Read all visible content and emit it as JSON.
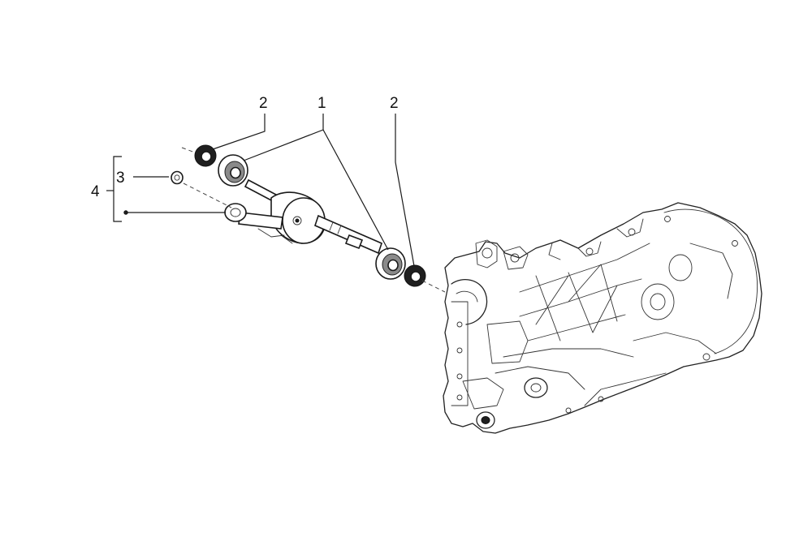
{
  "callouts": {
    "part_1": "1",
    "part_2_left": "2",
    "part_2_right": "2",
    "part_3": "3",
    "part_4": "4"
  }
}
